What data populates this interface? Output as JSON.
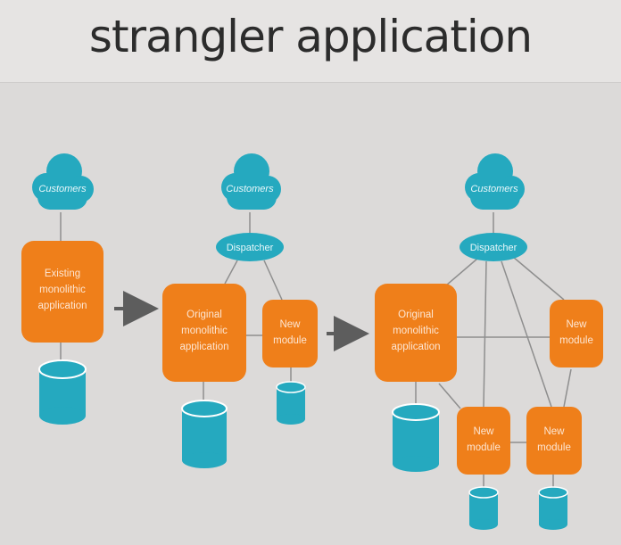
{
  "title": "strangler application",
  "colors": {
    "background": "#dcdad9",
    "orange": "#ef7f1a",
    "teal": "#25a9bf",
    "connector": "#8e8e8e",
    "arrow": "#5d5d5d"
  },
  "stages": [
    {
      "customers": "Customers",
      "app": [
        "Existing",
        "monolithic",
        "application"
      ]
    },
    {
      "customers": "Customers",
      "dispatcher": "Dispatcher",
      "app": [
        "Original",
        "monolithic",
        "application"
      ],
      "module": [
        "New",
        "module"
      ]
    },
    {
      "customers": "Customers",
      "dispatcher": "Dispatcher",
      "app": [
        "Original",
        "monolithic",
        "application"
      ],
      "modules": [
        [
          "New",
          "module"
        ],
        [
          "New",
          "module"
        ],
        [
          "New",
          "module"
        ]
      ]
    }
  ]
}
